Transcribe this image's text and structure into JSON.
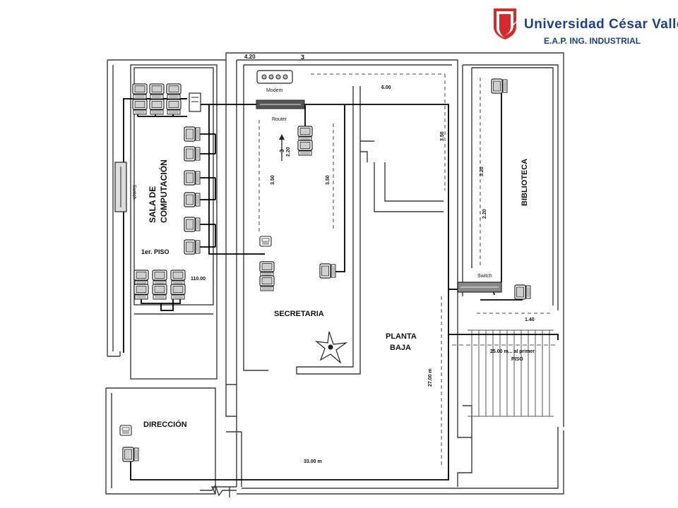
{
  "header": {
    "university": "Universidad César Vallejo",
    "school": "E.A.P. ING. INDUSTRIAL",
    "logo": "ucv-shield-logo"
  },
  "rooms": {
    "sala": [
      "SALA DE",
      "COMPUTACIÓN"
    ],
    "floor_note": "1er. PISO",
    "secretaria": "SECRETARIA",
    "planta": [
      "PLANTA",
      "BAJA"
    ],
    "biblioteca": "BIBLIOTECA",
    "direccion": "DIRECCIÓN",
    "stairs": [
      "25.00 m... al primer",
      "PISO"
    ]
  },
  "equipment": {
    "modem": "Modem",
    "router": "Router",
    "switch_sala": "Switch",
    "switch_biblio": "Switch"
  },
  "dimensions": {
    "d_420": "4.20",
    "d_3": "3",
    "d_600": "6.00",
    "d_350a": "3.50",
    "d_350b": "3.50",
    "d_350c": "3.50",
    "d_3b": "3",
    "d_220a": "2.20",
    "d_320": "3.20",
    "d_220b": "2.20",
    "d_110": "110.00",
    "d_140": "1.40",
    "d_27": "27.00 m",
    "d_33": "33.00 m"
  },
  "colors": {
    "brand": "#1e3f8a",
    "logo_red": "#d42a2a",
    "walls": "#3a3a3a",
    "cable": "#000000"
  }
}
